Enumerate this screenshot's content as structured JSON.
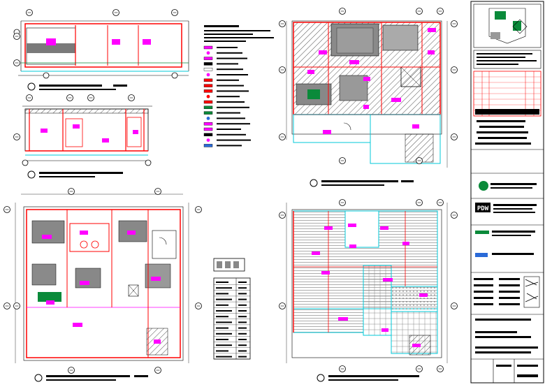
{
  "sheet": {
    "panels": [
      {
        "label": "elevation-top",
        "caption_lines": 2
      },
      {
        "label": "elevation-mid",
        "caption_lines": 2
      },
      {
        "label": "plan-upper",
        "caption_lines": 2
      },
      {
        "label": "plan-lower-left",
        "caption_lines": 2
      },
      {
        "label": "plan-lower-right",
        "caption_lines": 2
      }
    ],
    "grid_bubble_count": 40,
    "legend_rows": 19,
    "schedule_rows": 14,
    "title_block": {
      "revision_rows": 8,
      "company_mark": "PDW",
      "drawing_info_rows": 5
    }
  },
  "colors": {
    "line": "#000000",
    "wall_red": "#ff0000",
    "tag_magenta": "#ff00ff",
    "dim_cyan": "#00c8d8",
    "hatch_gray": "#666666",
    "furniture_green": "#0a8a3a",
    "furniture_gray": "#8a8a8a"
  }
}
